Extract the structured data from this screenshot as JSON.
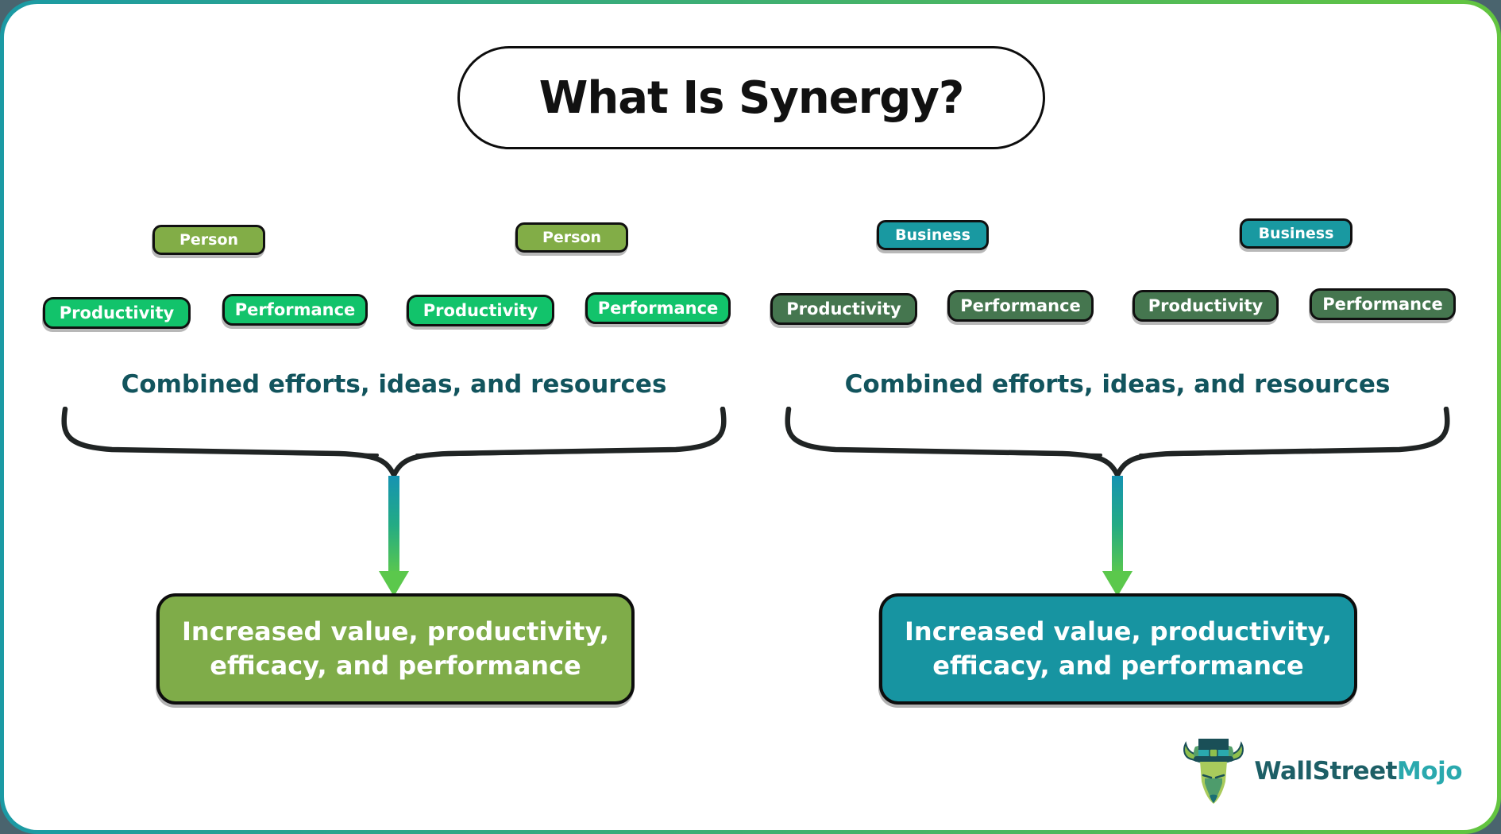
{
  "title": "What Is Synergy?",
  "frame": {
    "outer_background": "#4A646E",
    "border_gradient": [
      "#1B9AA4",
      "#63C53F"
    ],
    "canvas_background": "#FFFFFF"
  },
  "groups": [
    {
      "side": "left",
      "entity_color": "#82AD47",
      "attribute_color": "#12C36B",
      "entities": [
        {
          "label": "Person",
          "attributes": [
            {
              "label": "Productivity"
            },
            {
              "label": "Performance"
            }
          ]
        },
        {
          "label": "Person",
          "attributes": [
            {
              "label": "Productivity"
            },
            {
              "label": "Performance"
            }
          ]
        }
      ],
      "combined_text": "Combined efforts, ideas, and resources",
      "result": {
        "line1": "Increased value, productivity,",
        "line2": "efficacy, and performance",
        "color": "#7FAC49"
      }
    },
    {
      "side": "right",
      "entity_color": "#1999A1",
      "attribute_color": "#45764F",
      "entities": [
        {
          "label": "Business",
          "attributes": [
            {
              "label": "Productivity"
            },
            {
              "label": "Performance"
            }
          ]
        },
        {
          "label": "Business",
          "attributes": [
            {
              "label": "Productivity"
            },
            {
              "label": "Performance"
            }
          ]
        }
      ],
      "combined_text": "Combined efforts, ideas, and resources",
      "result": {
        "line1": "Increased value, productivity,",
        "line2": "efficacy, and performance",
        "color": "#1794A1"
      }
    }
  ],
  "arrow": {
    "gradient_top": "#1593B2",
    "gradient_bottom": "#5BC84C"
  },
  "text_color_heading": "#12545D",
  "logo": {
    "brand_primary": "WallStreet",
    "brand_secondary": "Mojo",
    "primary_color": "#1D5F66",
    "secondary_color": "#2AA9AE",
    "mascot": "bull-with-top-hat"
  }
}
